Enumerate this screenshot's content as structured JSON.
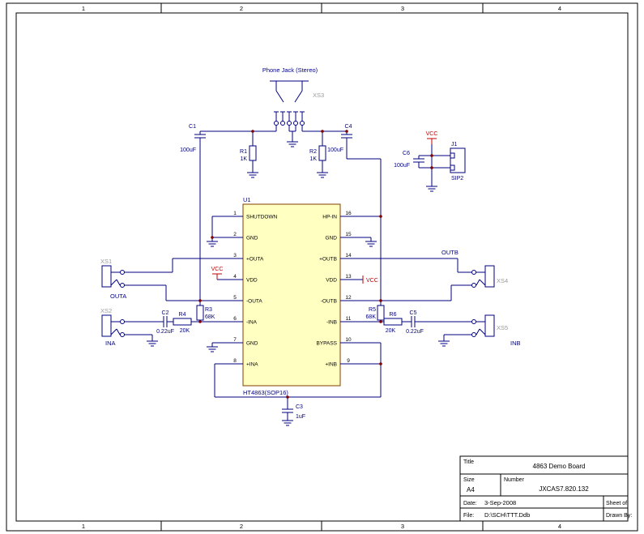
{
  "sheet": {
    "zone_numbers": [
      "1",
      "2",
      "3",
      "4"
    ]
  },
  "colors": {
    "wire": "#000080",
    "ic_fill": "#ffffc2",
    "ic_border": "#804000",
    "power_red": "#c00000",
    "connector_ref_gray": "#9a9a9a",
    "junction": "#800000"
  },
  "jack": {
    "label": "Phone Jack (Stereo)",
    "ref": "XS3"
  },
  "ic": {
    "ref": "U1",
    "part": "HT4863(SOP16)",
    "left_pins": [
      {
        "num": "1",
        "name": "SHUTDOWN"
      },
      {
        "num": "2",
        "name": "GND"
      },
      {
        "num": "3",
        "name": "+OUTA"
      },
      {
        "num": "4",
        "name": "VDD"
      },
      {
        "num": "5",
        "name": "-OUTA"
      },
      {
        "num": "6",
        "name": "-INA"
      },
      {
        "num": "7",
        "name": "GND"
      },
      {
        "num": "8",
        "name": "+INA"
      }
    ],
    "right_pins": [
      {
        "num": "16",
        "name": "HP-IN"
      },
      {
        "num": "15",
        "name": "GND"
      },
      {
        "num": "14",
        "name": "+OUTB"
      },
      {
        "num": "13",
        "name": "VDD"
      },
      {
        "num": "12",
        "name": "-OUTB"
      },
      {
        "num": "11",
        "name": "-INB"
      },
      {
        "num": "10",
        "name": "BYPASS"
      },
      {
        "num": "9",
        "name": "+INB"
      }
    ]
  },
  "components": {
    "c1": {
      "ref": "C1",
      "value": "100uF"
    },
    "c2": {
      "ref": "C2",
      "value": "0.22uF"
    },
    "c3": {
      "ref": "C3",
      "value": "1uF"
    },
    "c4": {
      "ref": "C4",
      "value": "100uF"
    },
    "c5": {
      "ref": "C5",
      "value": "0.22uF"
    },
    "c6": {
      "ref": "C6",
      "value": "100uF"
    },
    "r1": {
      "ref": "R1",
      "value": "1K"
    },
    "r2": {
      "ref": "R2",
      "value": "1K"
    },
    "r3": {
      "ref": "R3",
      "value": "68K"
    },
    "r4": {
      "ref": "R4",
      "value": "20K"
    },
    "r5": {
      "ref": "R5",
      "value": "68K"
    },
    "r6": {
      "ref": "R6",
      "value": "20K"
    },
    "j1": {
      "ref": "J1",
      "value": "SIP2"
    },
    "xs1": {
      "ref": "XS1"
    },
    "xs2": {
      "ref": "XS2"
    },
    "xs4": {
      "ref": "XS4"
    },
    "xs5": {
      "ref": "XS5"
    }
  },
  "net_labels": {
    "vcc": "VCC",
    "outa": "OUTA",
    "ina": "INA",
    "outb": "OUTB",
    "inb": "INB"
  },
  "title_block": {
    "title_label": "Title",
    "title": "4863 Demo Board",
    "size_label": "Size",
    "size": "A4",
    "number_label": "Number",
    "number": "JXCAS7.820.132",
    "date_label": "Date:",
    "date": "3-Sep-2008",
    "sheet_label": "Sheet  of",
    "file_label": "File:",
    "file": "D:\\SCH\\TTT.Ddb",
    "drawn_label": "Drawn By:"
  }
}
